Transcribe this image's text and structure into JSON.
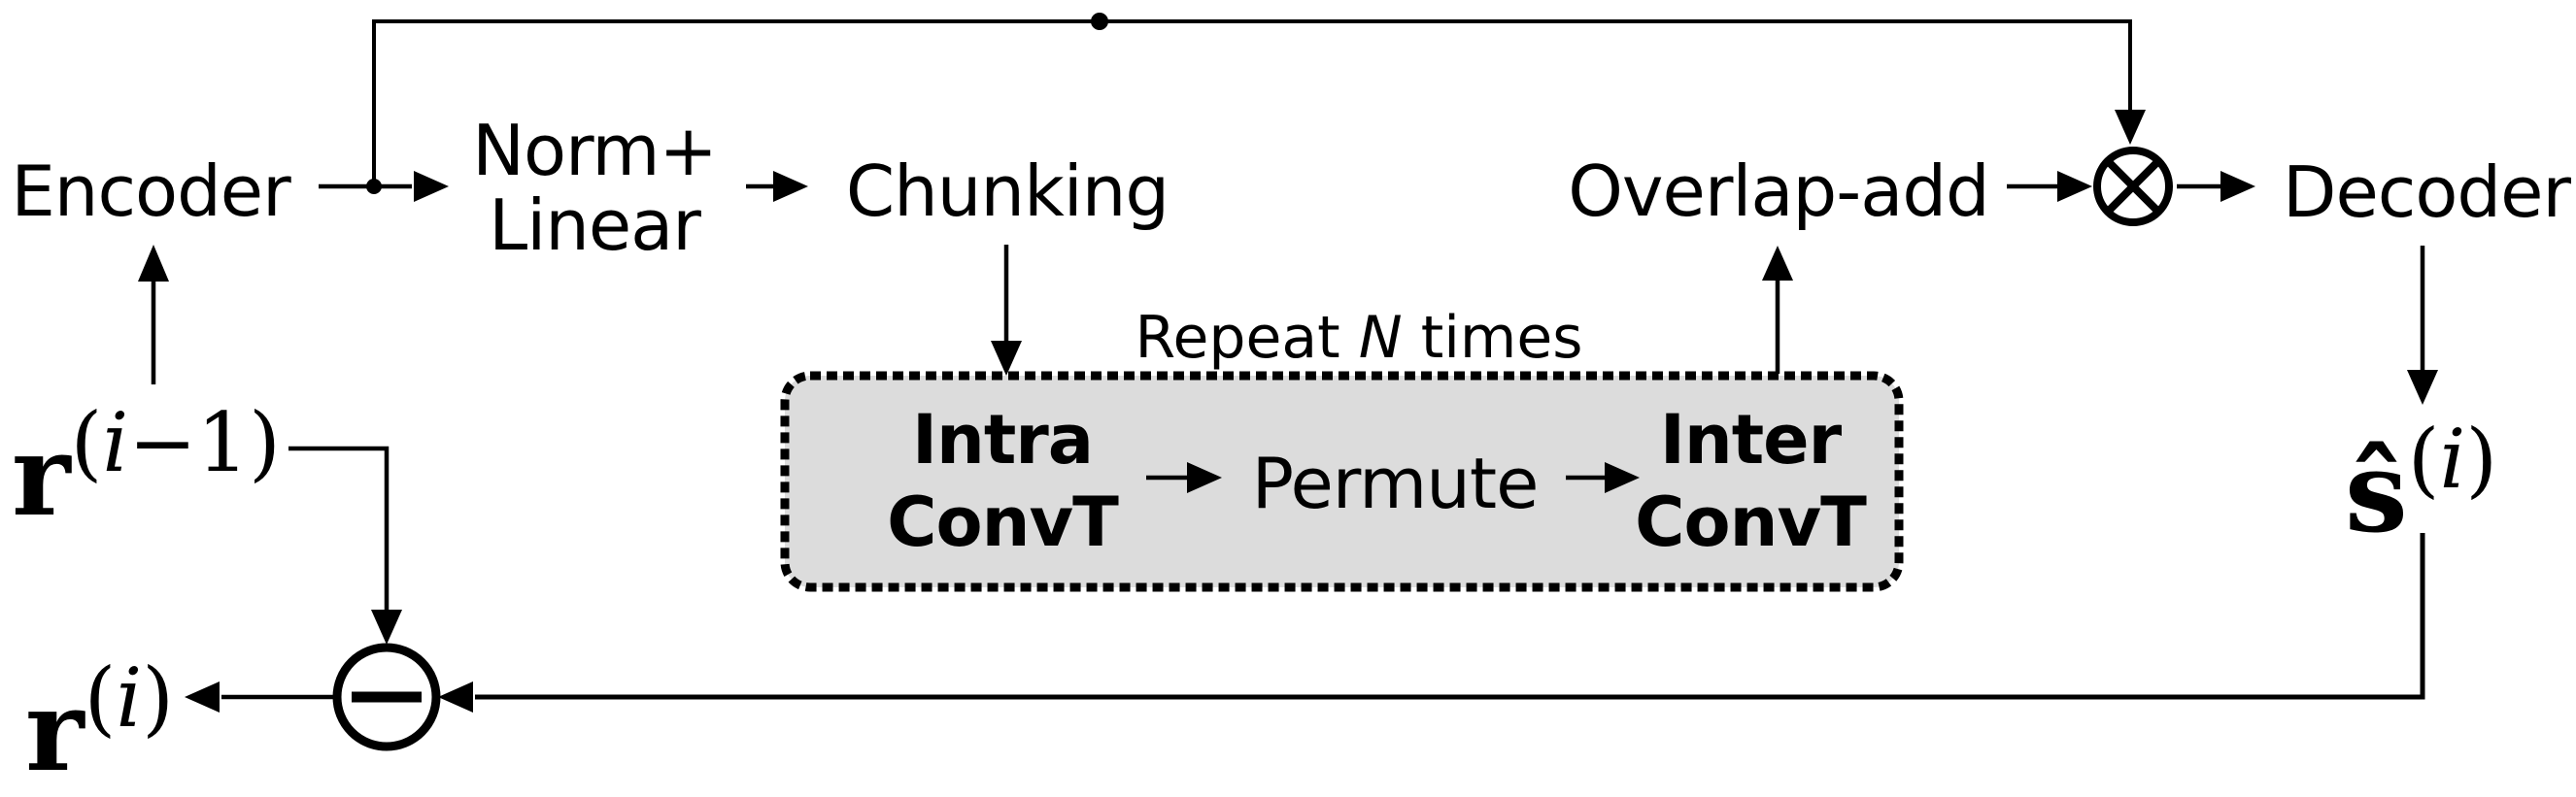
{
  "diagram": {
    "title": "iterative-source-separation-block-diagram",
    "labels": {
      "encoder": "Encoder",
      "norm_line1": "Norm+",
      "norm_line2": "Linear",
      "chunking": "Chunking",
      "repeat_prefix": "Repeat ",
      "repeat_n": "N",
      "repeat_suffix": " times",
      "intra_line1": "Intra",
      "intra_line2": "ConvT",
      "permute": "Permute",
      "inter_line1": "Inter",
      "inter_line2": "ConvT",
      "overlap_add": "Overlap-add",
      "decoder": "Decoder"
    },
    "math": {
      "residual_in": {
        "base": "r",
        "sup_open": "(",
        "sup_var": "i",
        "sup_close": "−1)"
      },
      "estimate": {
        "base": "ŝ",
        "sup_open": "(",
        "sup_var": "i",
        "sup_close": ")"
      },
      "residual_out": {
        "base": "r",
        "sup_open": "(",
        "sup_var": "i",
        "sup_close": ")"
      }
    },
    "icons": {
      "multiply_node": "otimes-multiply-icon",
      "subtract_node": "ominus-subtract-icon",
      "junction_dot": "junction-dot"
    },
    "colors": {
      "line": "#000000",
      "box_fill": "#dcdcdc",
      "box_border": "#000000",
      "node_fill": "#ffffff",
      "background": "#ffffff"
    }
  }
}
